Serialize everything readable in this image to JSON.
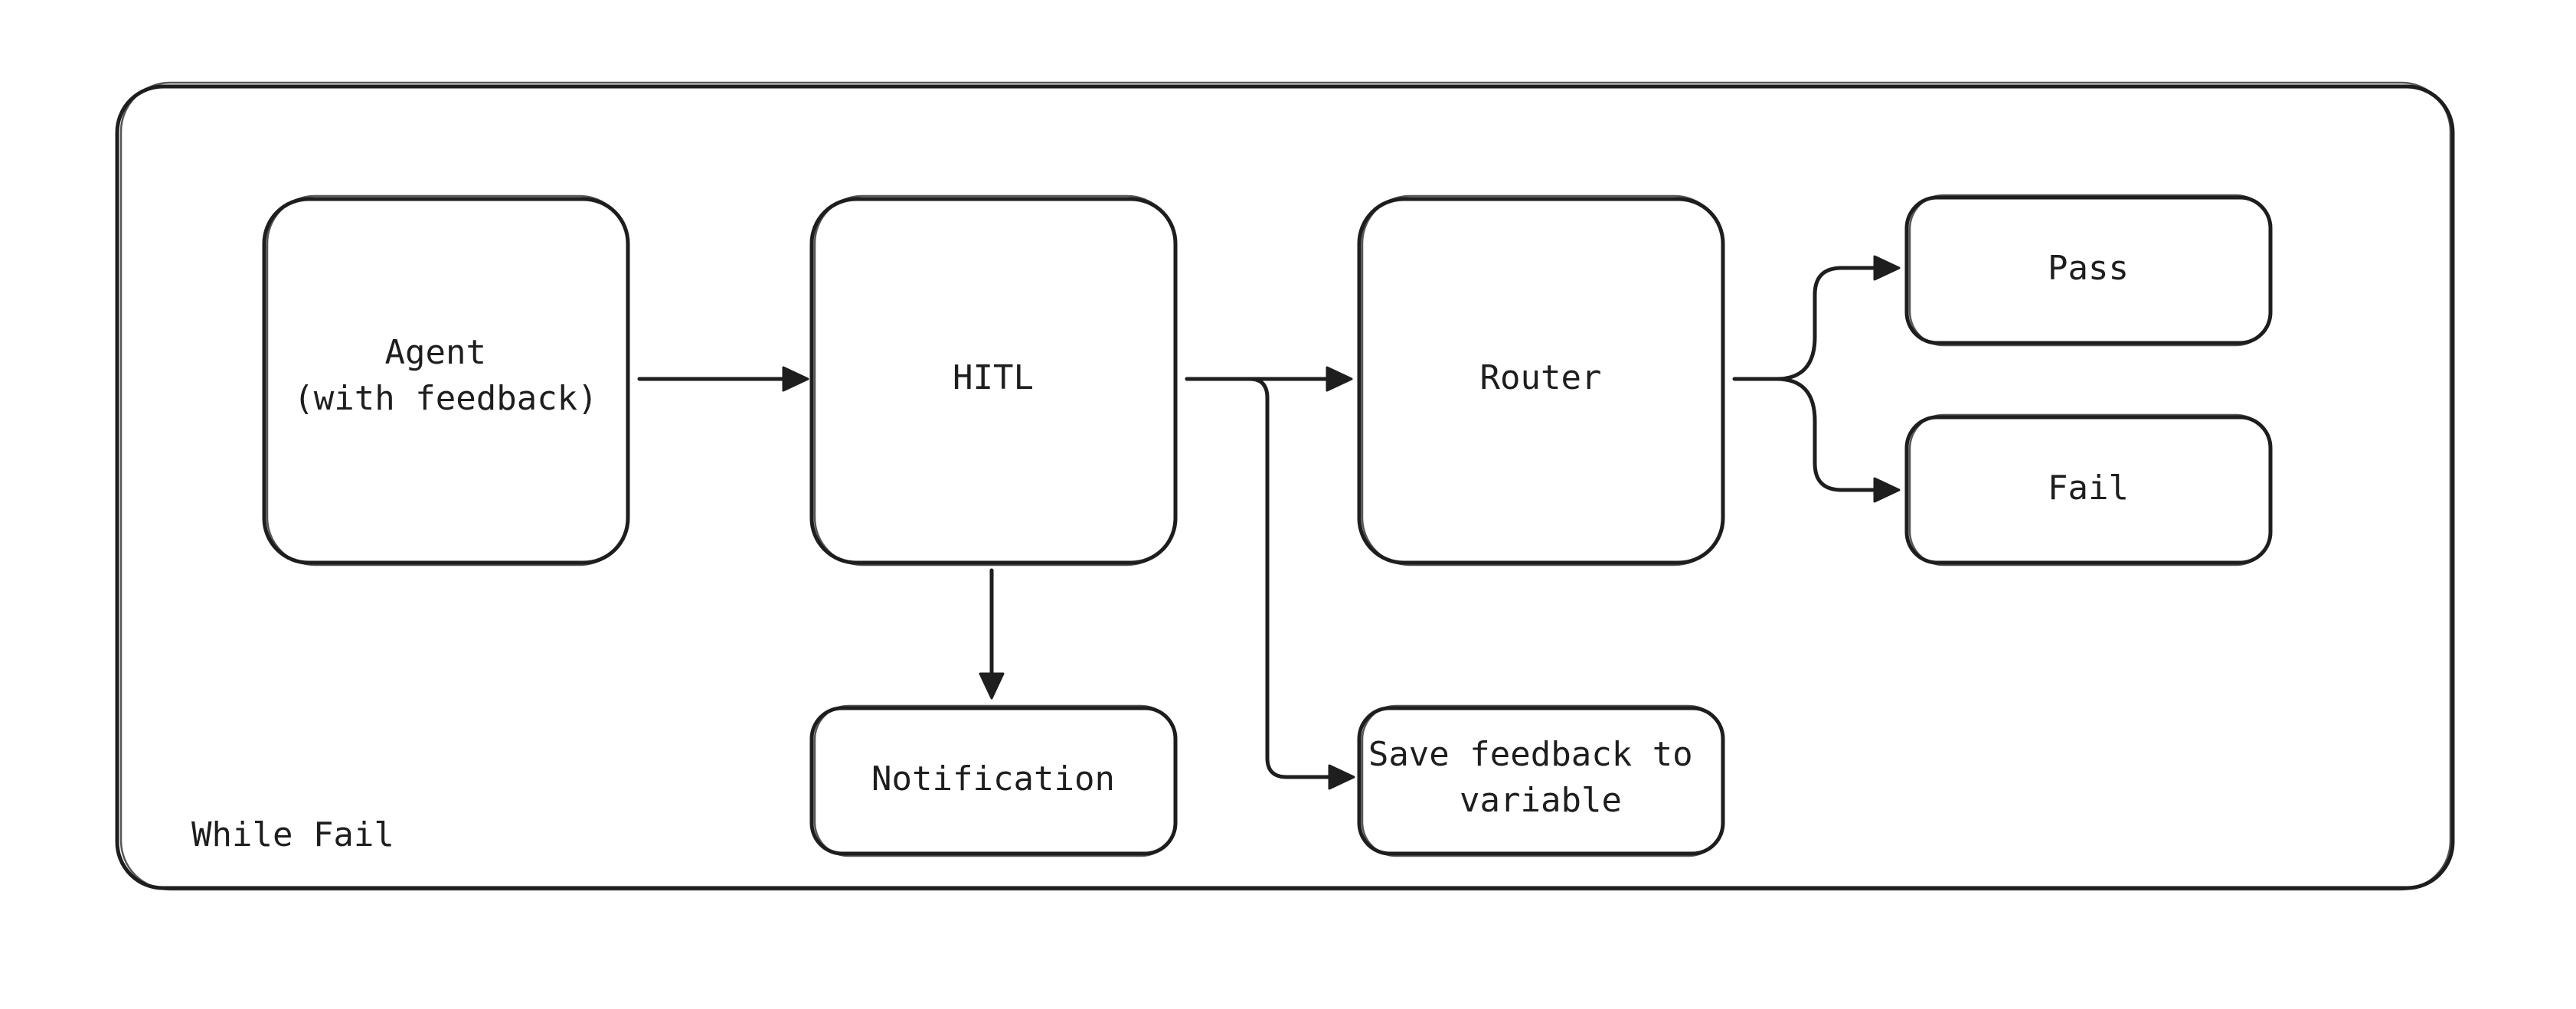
{
  "diagram": {
    "loop_label": "While Fail",
    "nodes": {
      "agent": {
        "lines": [
          "Agent",
          "(with feedback)"
        ]
      },
      "hitl": {
        "lines": [
          "HITL"
        ]
      },
      "router": {
        "lines": [
          "Router"
        ]
      },
      "pass": {
        "lines": [
          "Pass"
        ]
      },
      "fail": {
        "lines": [
          "Fail"
        ]
      },
      "notification": {
        "lines": [
          "Notification"
        ]
      },
      "save": {
        "lines": [
          "Save feedback to",
          "variable"
        ]
      }
    },
    "edges": [
      {
        "from": "agent",
        "to": "hitl"
      },
      {
        "from": "hitl",
        "to": "router"
      },
      {
        "from": "hitl",
        "to": "save"
      },
      {
        "from": "hitl",
        "to": "notification"
      },
      {
        "from": "router",
        "to": "pass"
      },
      {
        "from": "router",
        "to": "fail"
      }
    ]
  }
}
